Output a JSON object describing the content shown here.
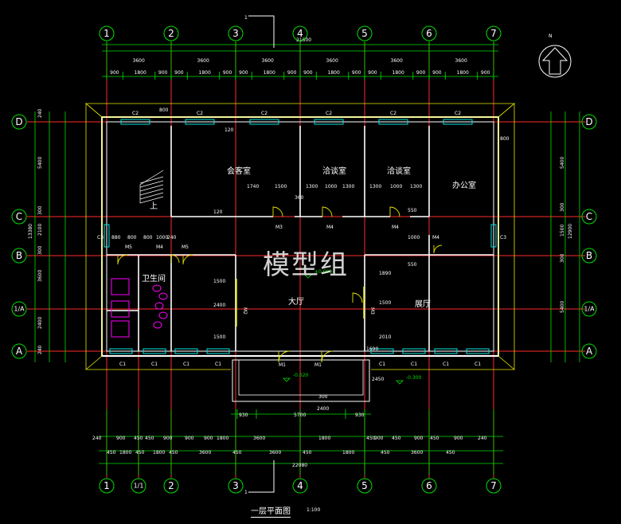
{
  "colors": {
    "background": "#000000",
    "grid": "#ff2a2a",
    "wall": "#ffffff",
    "dim": "#00e000",
    "bubble": "#00e000",
    "window": "#00e5e5",
    "door": "#e5e500",
    "fixture": "#ff00ff",
    "text": "#ffffff"
  },
  "watermark": "模型组",
  "drawing_title": "一层平面图",
  "scale": "1:100",
  "north_label": "N",
  "axes_top": [
    "1",
    "2",
    "3",
    "4",
    "5",
    "6",
    "7"
  ],
  "axes_bottom": [
    "1",
    "1/1",
    "2",
    "3",
    "4",
    "5",
    "6",
    "7"
  ],
  "axes_rows": [
    "D",
    "C",
    "B",
    "1/A",
    "A"
  ],
  "overall_top": "21600",
  "overall_bottom": "22080",
  "top_bays": [
    "3600",
    "3600",
    "3600",
    "3600",
    "3600",
    "3600"
  ],
  "top_sub": [
    "900",
    "1800",
    "900",
    "900",
    "1800",
    "900",
    "900",
    "1800",
    "900",
    "900",
    "1800",
    "900",
    "900",
    "1800",
    "900",
    "900",
    "1800",
    "900"
  ],
  "bottom_row1": [
    "240",
    "900",
    "450",
    "450",
    "900",
    "900",
    "900",
    "1800",
    "3600",
    "1800",
    "450",
    "900",
    "450",
    "900",
    "450",
    "900",
    "240"
  ],
  "bottom_row2": [
    "450",
    "1800",
    "450",
    "1800",
    "450",
    "3600",
    "450",
    "3600",
    "450",
    "1800",
    "450",
    "3600",
    "450"
  ],
  "porch_dims": [
    "930",
    "5700",
    "930"
  ],
  "left_dims": [
    "240",
    "5400",
    "300",
    "2100",
    "300",
    "3600",
    "2400",
    "240"
  ],
  "left_total": "13380",
  "right_dims": [
    "5400",
    "300",
    "1500",
    "300",
    "5400"
  ],
  "right_total": "12900",
  "rooms": {
    "meeting": "会客室",
    "office1": "洽谈室",
    "office2": "洽谈室",
    "office3": "办公室",
    "hall": "大厅",
    "showroom": "展厅",
    "toilet": "卫生间",
    "stair": "上"
  },
  "windows": [
    "C2",
    "C2",
    "C2",
    "C2",
    "C2",
    "C2",
    "C3",
    "C3",
    "C1",
    "C1",
    "C1",
    "C1",
    "C1",
    "C1",
    "C1",
    "C1"
  ],
  "doors": [
    "M3",
    "M4",
    "M4",
    "M4",
    "M5",
    "M5",
    "M4",
    "M2",
    "M3",
    "M1",
    "M1"
  ],
  "misc_dims": [
    "800",
    "120",
    "1740",
    "1500",
    "360",
    "1300",
    "1000",
    "1300",
    "1300",
    "1000",
    "1300",
    "550",
    "800",
    "880",
    "800",
    "800",
    "1000",
    "240",
    "1500",
    "2400",
    "1500",
    "1890",
    "1500",
    "2010",
    "120",
    "1000",
    "550",
    "1690",
    "2450",
    "300",
    "2400"
  ],
  "elevations": [
    "-0.020",
    "±0.000",
    "-0.300"
  ]
}
